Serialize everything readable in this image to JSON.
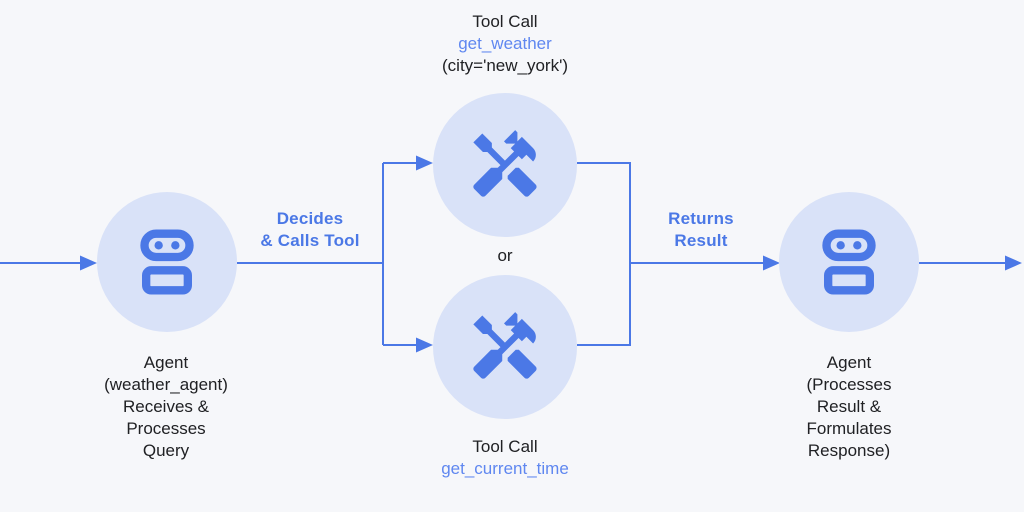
{
  "colors": {
    "background": "#f6f7fa",
    "accent": "#4b78e6",
    "accent_light_fill": "#d9e2f8",
    "tool_name_blue": "#5f87f0",
    "text_dark": "#202124"
  },
  "nodes": {
    "agent_left": {
      "icon": "robot-icon",
      "lines": [
        "Agent",
        "(weather_agent)",
        "Receives &",
        "Processes",
        "Query"
      ]
    },
    "tool_top": {
      "icon": "hammer-wrench-icon",
      "title": "Tool Call",
      "function_name": "get_weather",
      "arguments": "(city='new_york')"
    },
    "tool_bottom": {
      "icon": "hammer-wrench-icon",
      "title": "Tool Call",
      "function_name": "get_current_time"
    },
    "agent_right": {
      "icon": "robot-icon",
      "lines": [
        "Agent",
        "(Processes",
        "Result &",
        "Formulates",
        "Response)"
      ]
    }
  },
  "edges": {
    "decides": {
      "line1": "Decides",
      "line2": "& Calls Tool"
    },
    "returns": {
      "line1": "Returns",
      "line2": "Result"
    },
    "or": "or"
  }
}
